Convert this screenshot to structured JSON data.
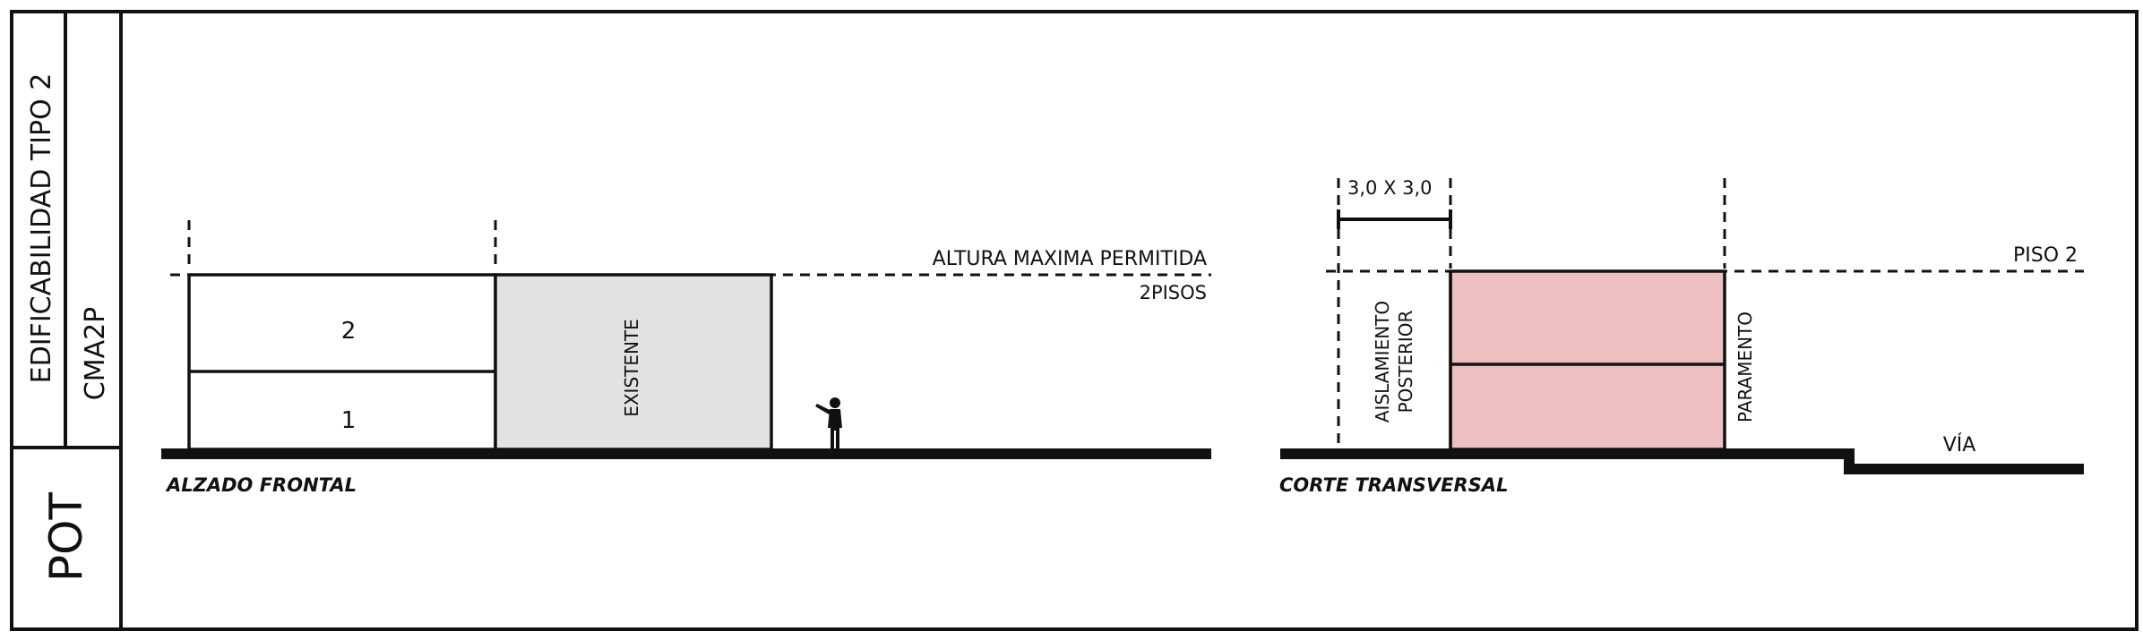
{
  "side_panel": {
    "title": "EDIFICABILIDAD  TIPO 2",
    "code": "CMA2P",
    "footer": "POT"
  },
  "frontal": {
    "caption": "ALZADO FRONTAL",
    "height_label": "ALTURA MAXIMA PERMITIDA",
    "floors_label": "2PISOS",
    "floor_upper": "2",
    "floor_lower": "1",
    "existing_label": "EXISTENTE"
  },
  "section": {
    "caption": "CORTE TRANSVERSAL",
    "dimension_label": "3,0  X 3,0",
    "setback_line1": "AISLAMIENTO",
    "setback_line2": "POSTERIOR",
    "facade_label": "PARAMENTO",
    "floor_label": "PISO 2",
    "road_label": "VÍA"
  },
  "colors": {
    "line": "#111111",
    "existing_fill": "#e2e2e2",
    "building_fill": "#edbfc0"
  }
}
